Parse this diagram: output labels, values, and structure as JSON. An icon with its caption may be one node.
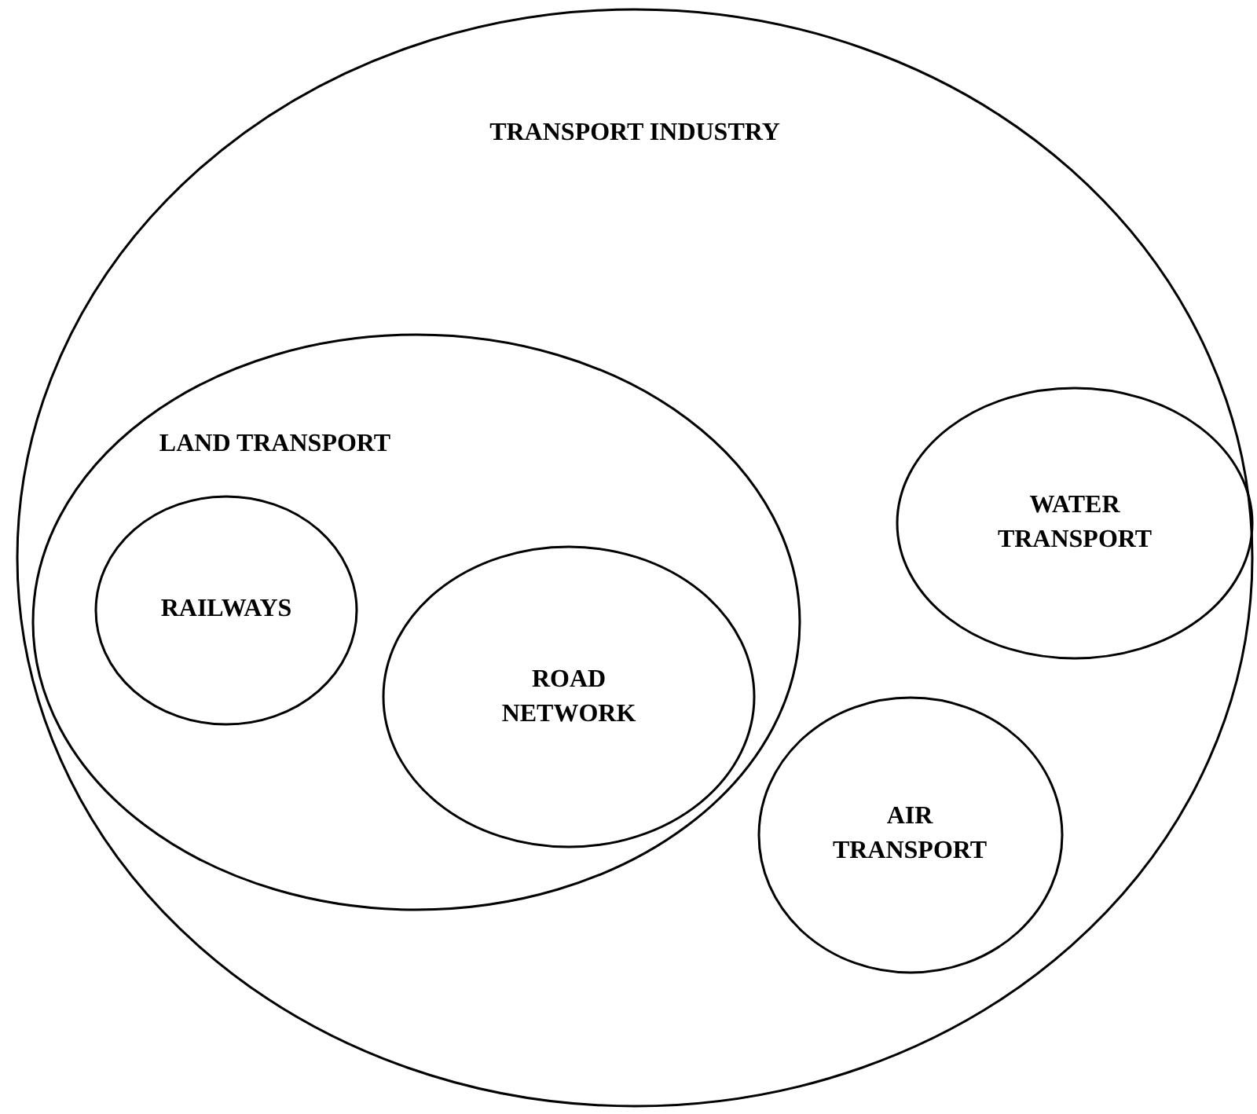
{
  "diagram": {
    "nodes": [
      {
        "text": [
          "TRANSPORT INDUSTRY"
        ]
      },
      {
        "text": [
          "LAND TRANSPORT"
        ],
        "in": 0
      },
      {
        "text": [
          "RAILWAYS"
        ],
        "in": 1
      },
      {
        "text": [
          "ROAD NETWORK"
        ],
        "in": 1
      },
      {
        "text": [
          "WATER TRANSPORT"
        ],
        "in": 0
      },
      {
        "text": [
          "AIR TRANSPORT"
        ],
        "in": 0
      }
    ]
  }
}
